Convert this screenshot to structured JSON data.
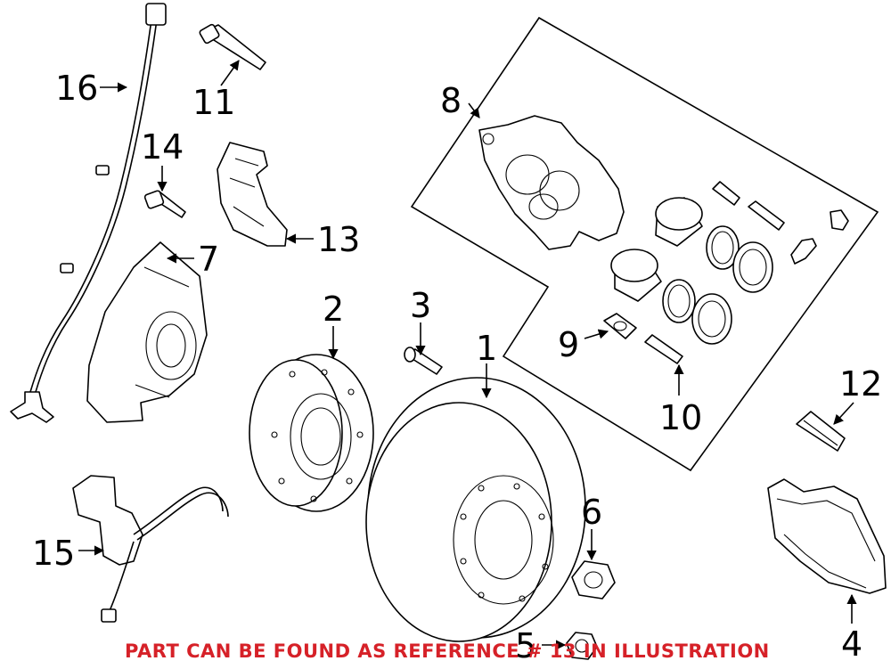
{
  "callouts": {
    "c1": "1",
    "c2": "2",
    "c3": "3",
    "c4": "4",
    "c5": "5",
    "c6": "6",
    "c7": "7",
    "c8": "8",
    "c9": "9",
    "c10": "10",
    "c11": "11",
    "c12": "12",
    "c13": "13",
    "c14": "14",
    "c15": "15",
    "c16": "16"
  },
  "footer_note": "PART CAN BE FOUND AS REFERENCE # 13 IN ILLUSTRATION",
  "colors": {
    "footer_text": "#d62128",
    "line_art": "#000000",
    "background": "#ffffff"
  }
}
